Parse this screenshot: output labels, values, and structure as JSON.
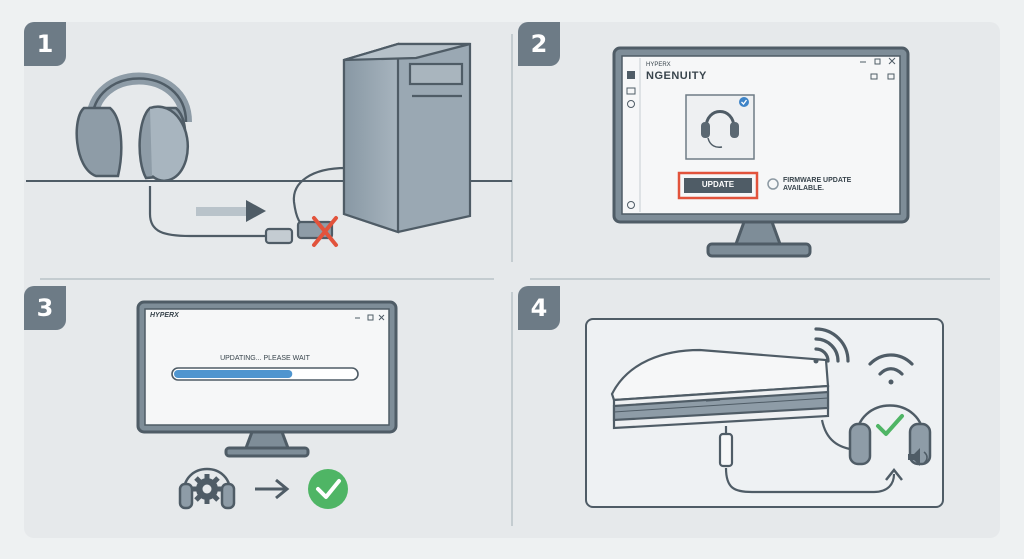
{
  "steps": [
    {
      "number": "1"
    },
    {
      "number": "2"
    },
    {
      "number": "3"
    },
    {
      "number": "4"
    }
  ],
  "ngenuity_window": {
    "brand": "HYPERX",
    "title": "NGENUITY",
    "update_button": "UPDATE",
    "firmware_line1": "FIRMWARE UPDATE",
    "firmware_line2": "AVAILABLE."
  },
  "update_window": {
    "brand": "HYPERX",
    "status": "UPDATING... PLEASE WAIT",
    "progress": 0.65
  },
  "colors": {
    "stroke": "#4f5c66",
    "device_fill": "#8e9ca7",
    "progress_fill": "#4f95cf",
    "highlight_red": "#e2533c",
    "success_green": "#4fb565",
    "error_red": "#e2533c"
  },
  "icons": [
    "headset-icon",
    "pc-tower-icon",
    "cable-icon",
    "arrow-icon",
    "error-x-icon",
    "monitor-icon",
    "check-icon",
    "gear-icon",
    "wifi-icon",
    "console-icon",
    "speaker-icon"
  ]
}
